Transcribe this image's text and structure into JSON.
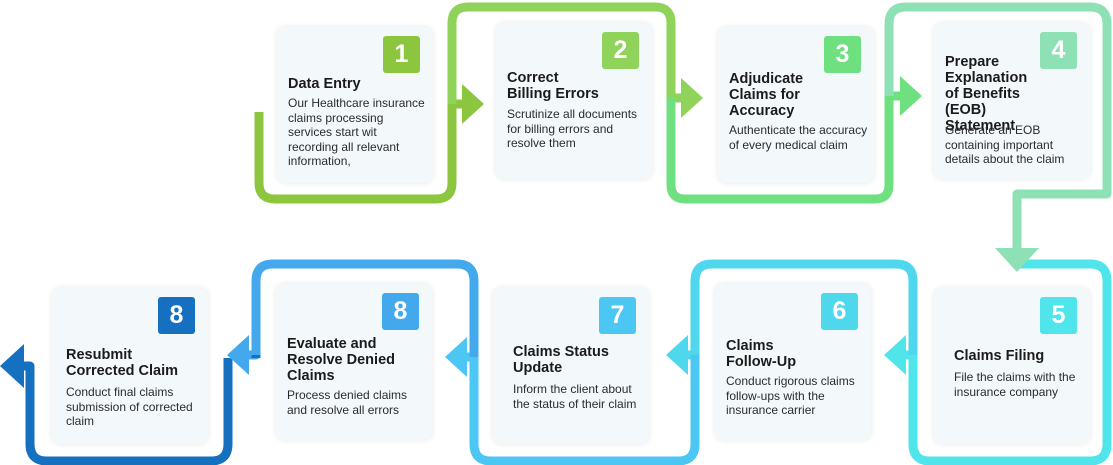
{
  "colors": {
    "step1": "#8cc63f",
    "step2": "#8fd35a",
    "step3": "#6fe07f",
    "step4": "#8ee0b5",
    "step5": "#4fe5ea",
    "step6": "#4fd7ee",
    "step7": "#4cc6f2",
    "step8a": "#44a8ec",
    "step8b": "#1670c0",
    "text": "#1b1b1b",
    "card_bg": "#f3f8fb"
  },
  "steps": [
    {
      "number": "1",
      "title": "Data Entry",
      "description": "Our Healthcare insurance claims processing services start wit recording all relevant information,"
    },
    {
      "number": "2",
      "title": "Correct Billing Errors",
      "description": "Scrutinize all documents for billing errors and resolve them"
    },
    {
      "number": "3",
      "title": "Adjudicate Claims for Accuracy",
      "description": "Authenticate the accuracy of every medical claim"
    },
    {
      "number": "4",
      "title": "Prepare Explanation of Benefits (EOB) Statement",
      "description": "Generate an EOB containing important details about the claim"
    },
    {
      "number": "5",
      "title": "Claims Filing",
      "description": "File the claims with the insurance company"
    },
    {
      "number": "6",
      "title": "Claims Follow-Up",
      "description": "Conduct rigorous claims follow-ups with the insurance carrier"
    },
    {
      "number": "7",
      "title": "Claims Status Update",
      "description": "Inform the client about the status of their claim"
    },
    {
      "number": "8",
      "title": "Evaluate and Resolve Denied Claims",
      "description": "Process denied claims and resolve all errors"
    },
    {
      "number": "8",
      "title": "Resubmit Corrected Claim",
      "description": "Conduct final claims submission of corrected claim"
    }
  ]
}
